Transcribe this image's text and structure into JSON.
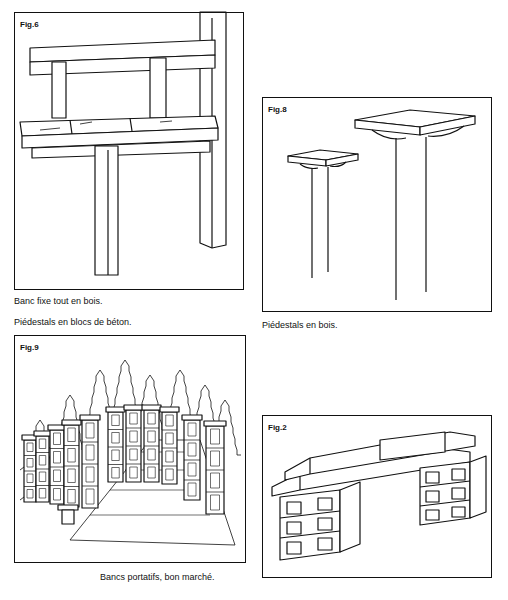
{
  "diagram": {
    "nodes": [
      {
        "text": [
          "Fig.6"
        ]
      },
      {
        "text": [
          "Fig.8"
        ]
      },
      {
        "text": [
          "Fig.9"
        ]
      },
      {
        "text": [
          "Fig.2"
        ]
      }
    ],
    "labels": [
      "Banc fixe tout en bois.",
      "Piédestals en blocs de béton.",
      "Piédestals en bois.",
      "Bancs portatifs, bon marché."
    ]
  }
}
